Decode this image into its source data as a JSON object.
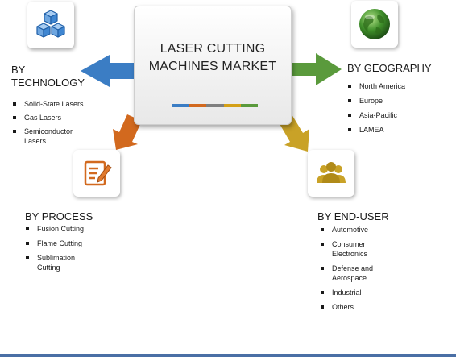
{
  "center": {
    "title_line1": "LASER CUTTING",
    "title_line2": "MACHINES MARKET",
    "strip_colors": [
      "#3b7dc4",
      "#d2691e",
      "#7f7f7f",
      "#d4a017",
      "#5a9a3c"
    ]
  },
  "colors": {
    "technology_arrow": "#3b7dc4",
    "geography_arrow": "#5a9a3c",
    "process_arrow": "#d2691e",
    "enduser_arrow": "#c9a227"
  },
  "technology": {
    "heading_line1": "BY",
    "heading_line2": "TECHNOLOGY",
    "icon": "cubes-icon",
    "items": [
      "Solid-State Lasers",
      "Gas Lasers",
      "Semiconductor Lasers"
    ]
  },
  "geography": {
    "heading": "BY GEOGRAPHY",
    "icon": "globe-icon",
    "items": [
      "North America",
      "Europe",
      "Asia-Pacific",
      "LAMEA"
    ]
  },
  "process": {
    "heading": "BY PROCESS",
    "icon": "document-pencil-icon",
    "items": [
      "Fusion Cutting",
      "Flame Cutting",
      "Sublimation Cutting"
    ]
  },
  "enduser": {
    "heading": "BY END-USER",
    "icon": "users-icon",
    "items": [
      "Automotive",
      "Consumer Electronics",
      "Defense and Aerospace",
      "Industrial",
      "Others"
    ]
  }
}
